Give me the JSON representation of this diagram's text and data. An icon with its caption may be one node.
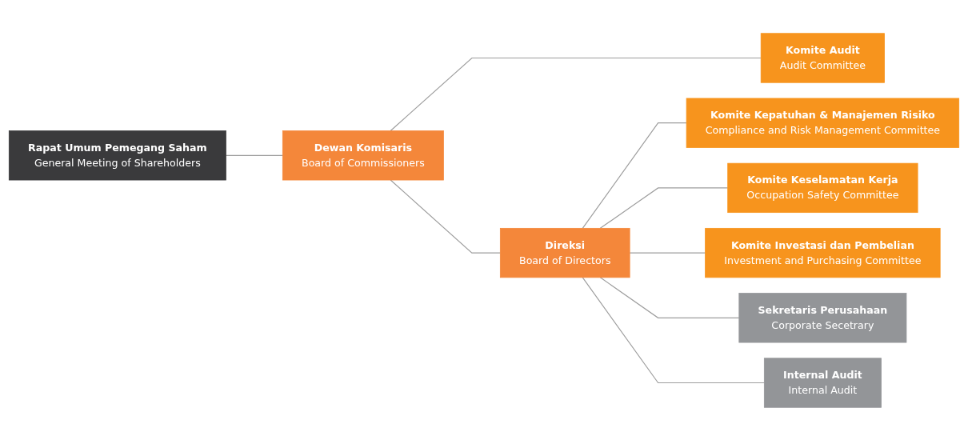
{
  "diagram": {
    "nodes": [
      {
        "text": [
          "Rapat Umum Pemegang Saham",
          "General Meeting of Shareholders"
        ]
      },
      {
        "text": [
          "Dewan Komisaris",
          "Board of Commissioners"
        ]
      },
      {
        "text": [
          "Komite Audit",
          "Audit Committee"
        ]
      },
      {
        "text": [
          "Direksi",
          "Board of Directors"
        ]
      },
      {
        "text": [
          "Komite Kepatuhan & Manajemen Risiko",
          "Compliance and Risk Management Committee"
        ]
      },
      {
        "text": [
          "Komite Keselamatan Kerja",
          "Occupation Safety Committee"
        ]
      },
      {
        "text": [
          "Sekretaris Perusahaan",
          "Corporate Secetrary"
        ]
      },
      {
        "text": [
          "Internal Audit",
          "Internal Audit"
        ]
      },
      {
        "text": [
          "Komite Investasi dan Pembelian",
          "Investment and Purchasing Committee"
        ]
      }
    ],
    "edges": [
      {
        "from": 0,
        "to": 1,
        "arrow": "none"
      },
      {
        "from": 1,
        "to": 2,
        "arrow": "none"
      },
      {
        "from": 1,
        "to": 3,
        "arrow": "none"
      },
      {
        "from": 3,
        "to": 4,
        "arrow": "none"
      },
      {
        "from": 3,
        "to": 5,
        "arrow": "none"
      },
      {
        "from": 3,
        "to": 8,
        "arrow": "none"
      },
      {
        "from": 3,
        "to": 6,
        "arrow": "none"
      },
      {
        "from": 3,
        "to": 7,
        "arrow": "none"
      }
    ]
  }
}
